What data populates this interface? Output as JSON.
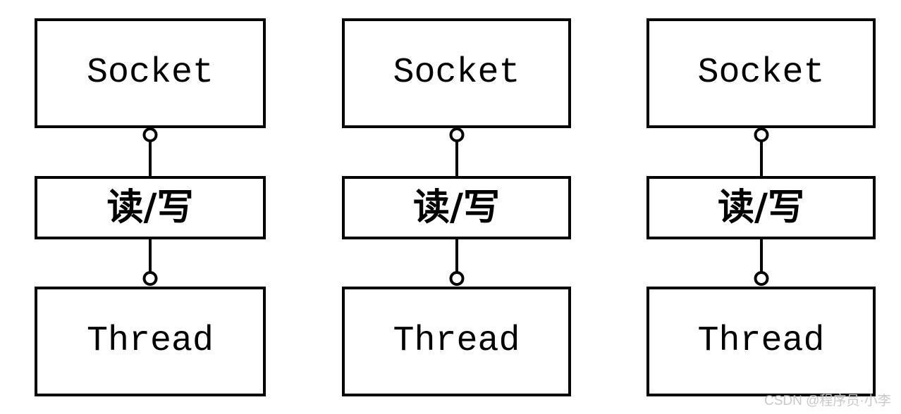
{
  "diagram": {
    "description_type": "diagram",
    "columns": [
      {
        "socket_label": "Socket",
        "readwrite_label": "读/写",
        "thread_label": "Thread"
      },
      {
        "socket_label": "Socket",
        "readwrite_label": "读/写",
        "thread_label": "Thread"
      },
      {
        "socket_label": "Socket",
        "readwrite_label": "读/写",
        "thread_label": "Thread"
      }
    ]
  },
  "watermark": {
    "text": "CSDN @程序员·小李"
  },
  "colors": {
    "background": "#ffffff",
    "box_fill": "#ffffff",
    "box_border": "#000000",
    "text": "#000000",
    "watermark_text": "#c8c8c8"
  }
}
